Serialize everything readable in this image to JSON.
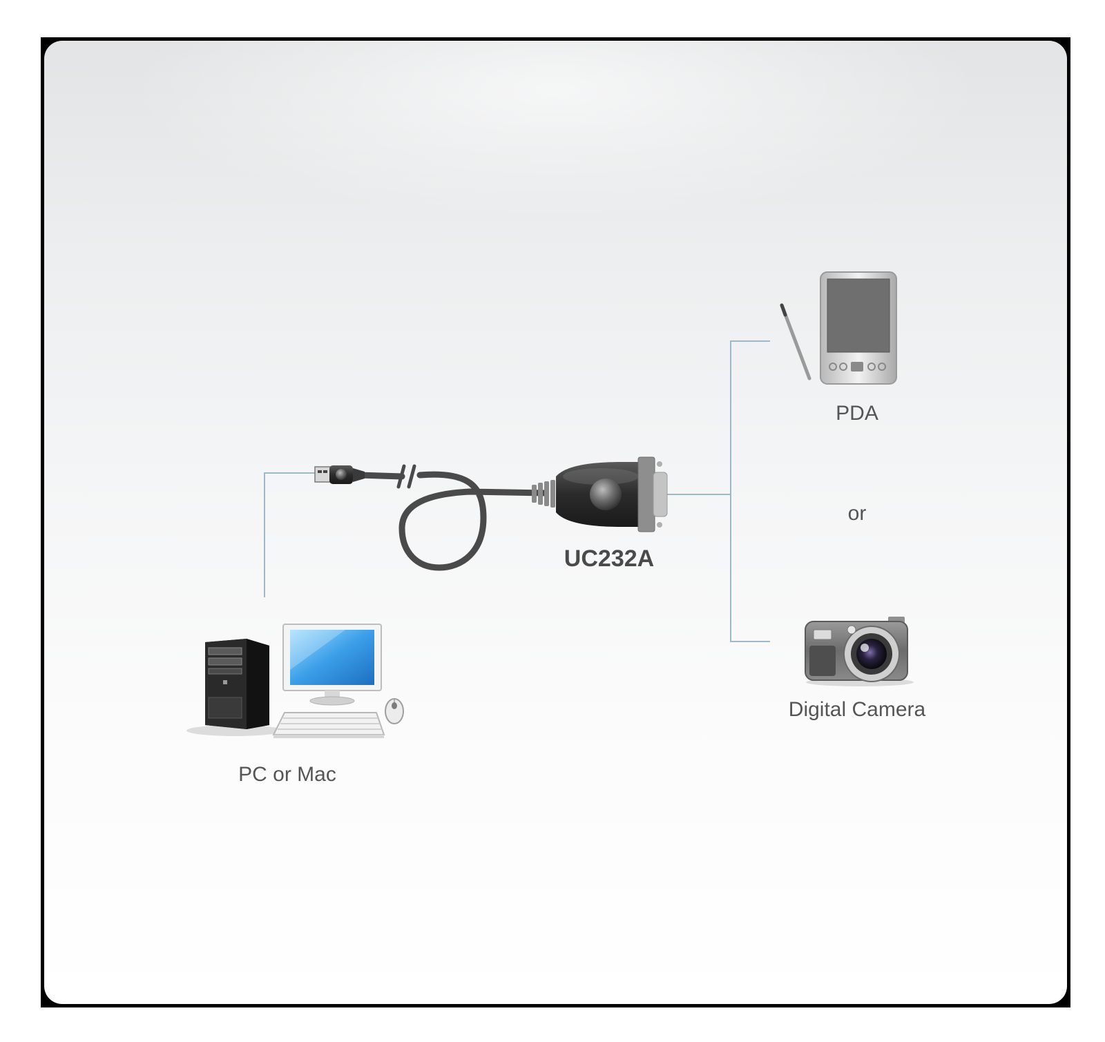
{
  "labels": {
    "pc": "PC or Mac",
    "adapter": "UC232A",
    "pda": "PDA",
    "separator": "or",
    "camera": "Digital Camera"
  },
  "colors": {
    "connector_line": "#9bb9c8",
    "cable": "#4a4a4a",
    "label_text": "#555555",
    "monitor_screen": "#2f8fd8"
  },
  "icons": [
    "computer-tower-icon",
    "monitor-icon",
    "keyboard-icon",
    "mouse-icon",
    "usb-plug-icon",
    "serial-adapter-icon",
    "pda-icon",
    "stylus-icon",
    "camera-icon"
  ]
}
